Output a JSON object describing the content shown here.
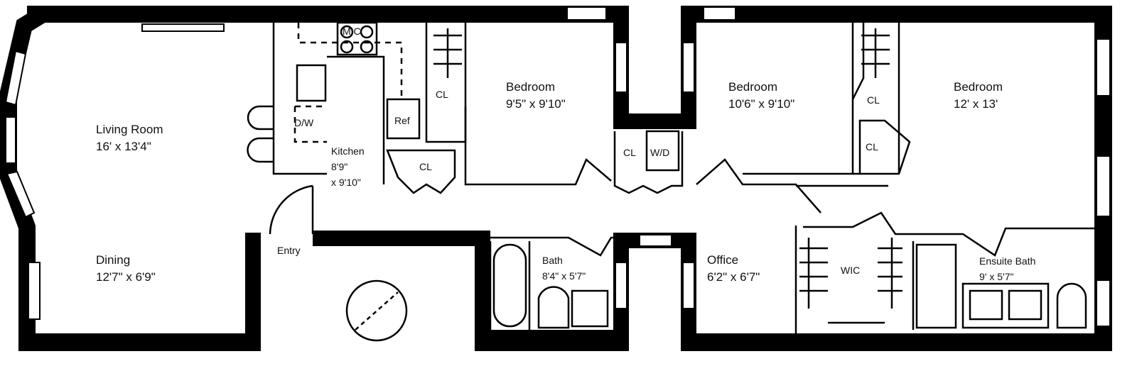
{
  "rooms": {
    "living": {
      "name": "Living Room",
      "size": "16' x 13'4\""
    },
    "dining": {
      "name": "Dining",
      "size": "12'7\" x 6'9\""
    },
    "kitchen": {
      "name": "Kitchen",
      "size1": "8'9\"",
      "size2": "x 9'10\""
    },
    "bedroom1": {
      "name": "Bedroom",
      "size": "9'5\" x 9'10\""
    },
    "bedroom2": {
      "name": "Bedroom",
      "size": "10'6\" x 9'10\""
    },
    "bedroom3": {
      "name": "Bedroom",
      "size": "12' x 13'"
    },
    "bath": {
      "name": "Bath",
      "size": "8'4\" x 5'7\""
    },
    "office": {
      "name": "Office",
      "size": "6'2\" x 6'7\""
    },
    "ensuite": {
      "name": "Ensuite Bath",
      "size": "9' x 5'7\""
    },
    "wic": {
      "name": "WIC"
    },
    "entry": {
      "name": "Entry"
    }
  },
  "fixtures": {
    "mic": "MIC",
    "dw": "D/W",
    "ref": "Ref",
    "cl": "CL",
    "wd": "W/D"
  }
}
